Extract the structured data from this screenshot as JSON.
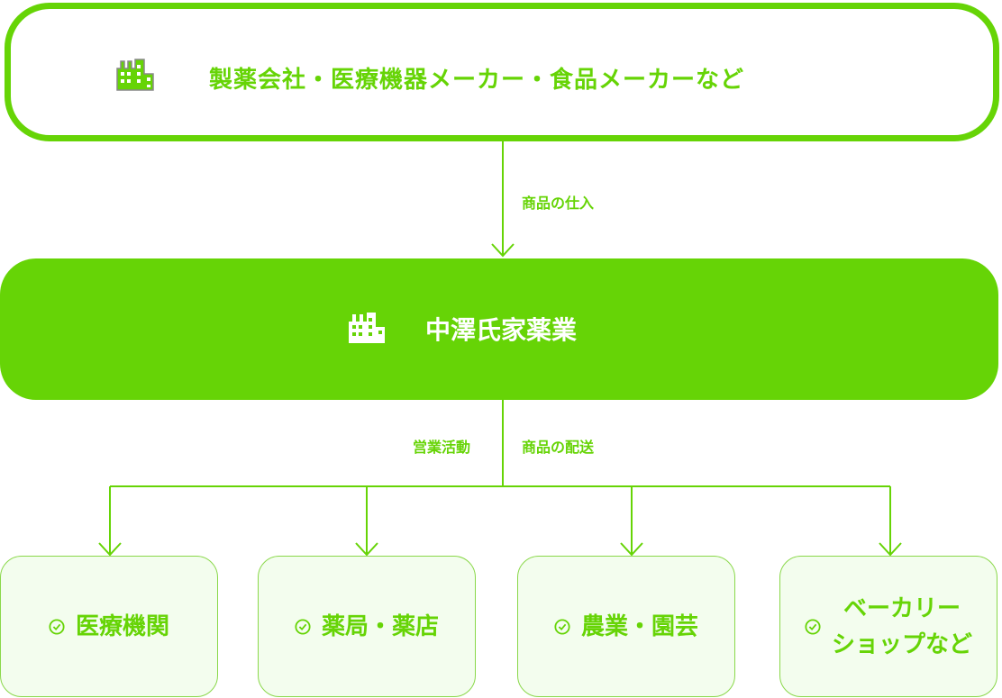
{
  "supplier": {
    "label": "製薬会社・医療機器メーカー・食品メーカーなど",
    "icon": "building-icon"
  },
  "arrow_in": {
    "label": "商品の仕入"
  },
  "company": {
    "label": "中澤氏家薬業",
    "icon": "building-icon"
  },
  "arrow_out": {
    "left_label": "営業活動",
    "right_label": "商品の配送"
  },
  "customers": [
    {
      "label": "医療機関",
      "icon": "check-circle-icon"
    },
    {
      "label": "薬局・薬店",
      "icon": "check-circle-icon"
    },
    {
      "label": "農業・園芸",
      "icon": "check-circle-icon"
    },
    {
      "label_line1": "ベーカリー",
      "label_line2": "ショップなど",
      "icon": "check-circle-icon"
    }
  ],
  "colors": {
    "accent": "#66d406",
    "box_bg": "#f3fdee"
  }
}
